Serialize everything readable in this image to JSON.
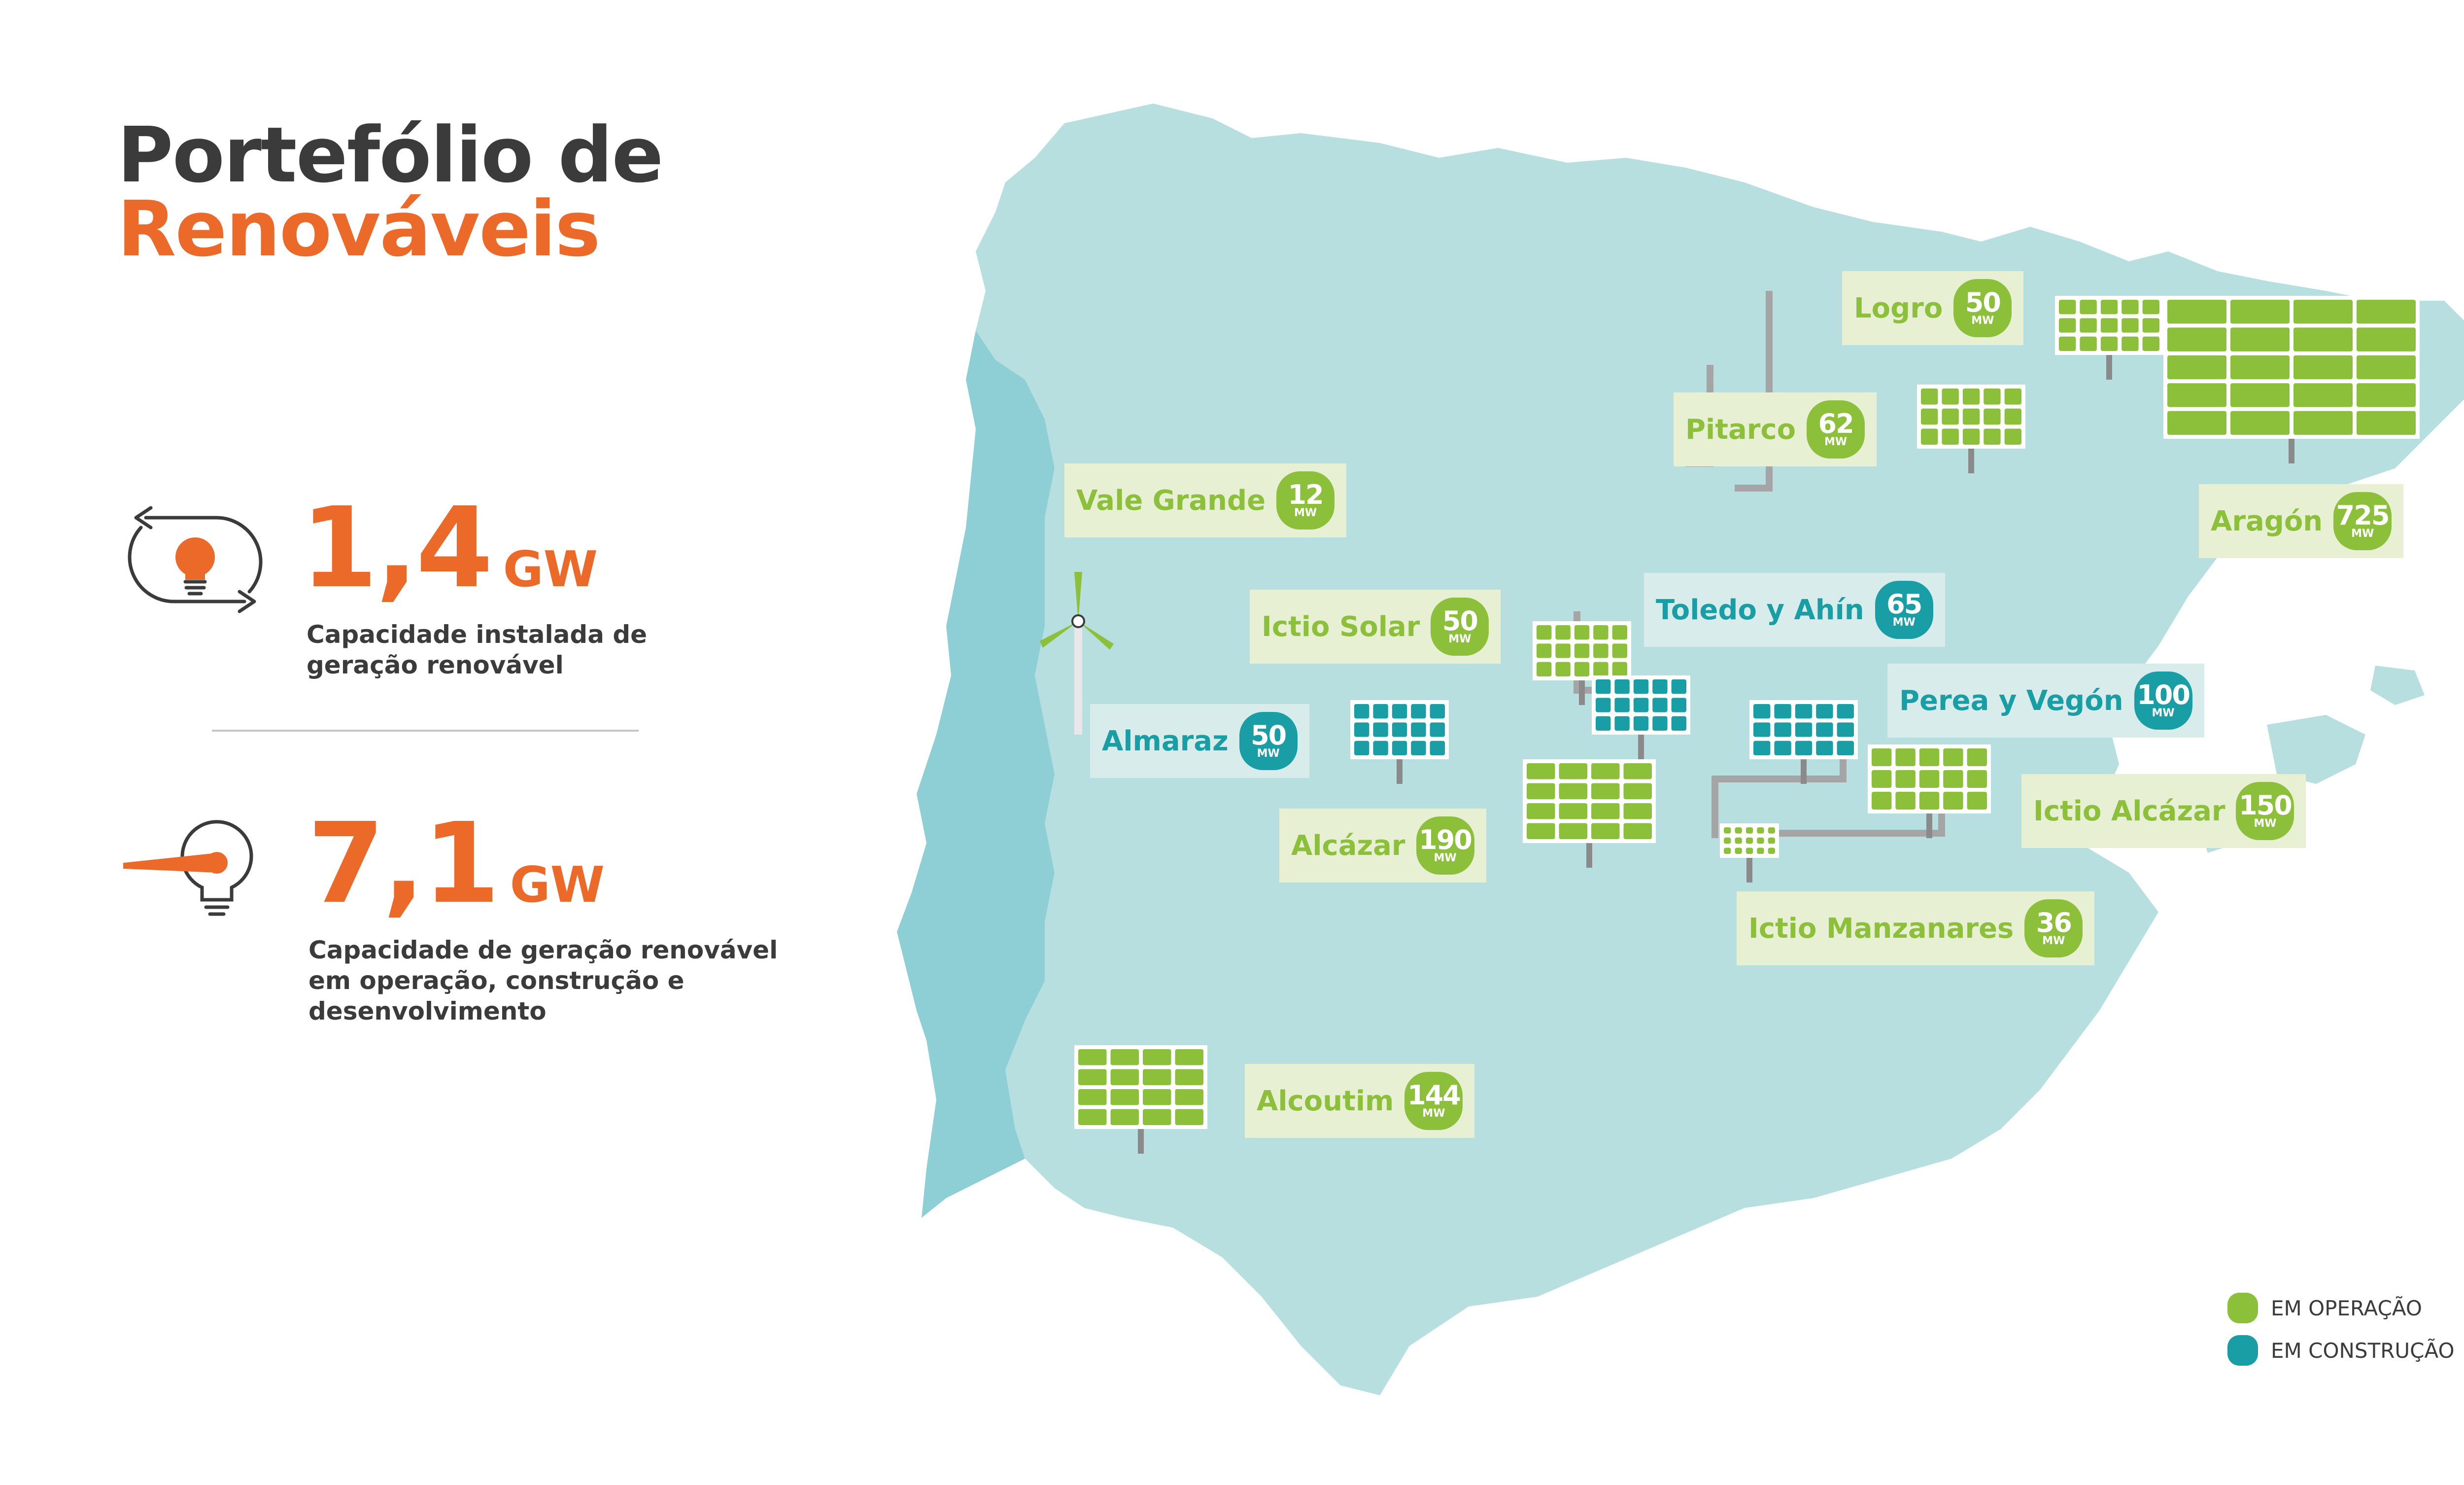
{
  "title": {
    "line1": "Portefólio de",
    "line2": "Renováveis"
  },
  "stats": [
    {
      "value": "1,4",
      "unit": "GW",
      "description": "Capacidade instalada de geração renovável",
      "icon": "lightbulb-cycle-icon"
    },
    {
      "value": "7,1",
      "unit": "GW",
      "description": "Capacidade de geração renovável em operação, construção  e desenvolvimento",
      "icon": "lightbulb-pipe-icon"
    }
  ],
  "colors": {
    "operation": "#8cbf3a",
    "construction": "#1a9ea6",
    "accent": "#ec6a29",
    "spain": "#b7dfe0",
    "portugal": "#8ecfd6"
  },
  "projects": [
    {
      "name": "Logro",
      "value": "50",
      "unit": "MW",
      "status": "operation",
      "icon": "solar-panel-icon"
    },
    {
      "name": "Pitarco",
      "value": "62",
      "unit": "MW",
      "status": "operation",
      "icon": "solar-panel-icon"
    },
    {
      "name": "Aragón",
      "value": "725",
      "unit": "MW",
      "status": "operation",
      "icon": "solar-panel-icon"
    },
    {
      "name": "Vale Grande",
      "value": "12",
      "unit": "MW",
      "status": "operation",
      "icon": "wind-turbine-icon"
    },
    {
      "name": "Ictio Solar",
      "value": "50",
      "unit": "MW",
      "status": "operation",
      "icon": "solar-panel-icon"
    },
    {
      "name": "Toledo y Ahín",
      "value": "65",
      "unit": "MW",
      "status": "construction",
      "icon": "solar-panel-icon"
    },
    {
      "name": "Almaraz",
      "value": "50",
      "unit": "MW",
      "status": "construction",
      "icon": "solar-panel-icon"
    },
    {
      "name": "Perea y Vegón",
      "value": "100",
      "unit": "MW",
      "status": "construction",
      "icon": "solar-panel-icon"
    },
    {
      "name": "Alcázar",
      "value": "190",
      "unit": "MW",
      "status": "operation",
      "icon": "solar-panel-icon"
    },
    {
      "name": "Ictio Alcázar",
      "value": "150",
      "unit": "MW",
      "status": "operation",
      "icon": "solar-panel-icon"
    },
    {
      "name": "Ictio Manzanares",
      "value": "36",
      "unit": "MW",
      "status": "operation",
      "icon": "solar-panel-icon"
    },
    {
      "name": "Alcoutim",
      "value": "144",
      "unit": "MW",
      "status": "operation",
      "icon": "solar-panel-icon"
    }
  ],
  "legend": [
    {
      "label": "EM OPERAÇÃO",
      "color": "#8cbf3a"
    },
    {
      "label": "EM CONSTRUÇÃO",
      "color": "#1a9ea6"
    }
  ]
}
